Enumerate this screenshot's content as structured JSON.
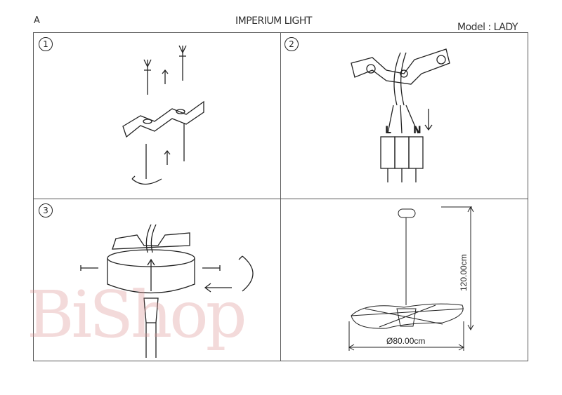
{
  "header": {
    "corner_label": "A",
    "brand": "IMPERIUM LIGHT",
    "model": "Model : LADY"
  },
  "steps": [
    {
      "number": "1"
    },
    {
      "number": "2",
      "terminals": [
        "L",
        "N"
      ]
    },
    {
      "number": "3"
    },
    {
      "dimensions": {
        "height": "120.00cm",
        "diameter": "Ø80.00cm"
      }
    }
  ],
  "watermark": "BiShop"
}
